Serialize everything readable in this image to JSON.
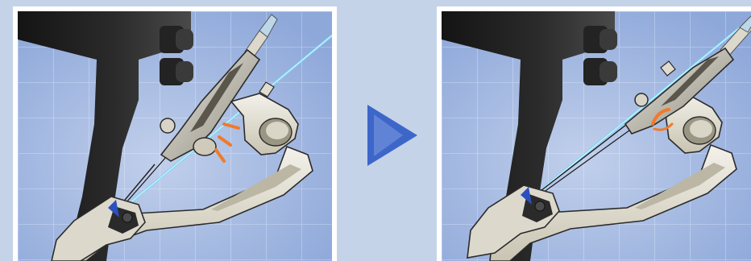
{
  "colors": {
    "background": "#c5d3e8",
    "panel_frame": "#ffffff",
    "grid_background": "#8ea8da",
    "grid_line": "#b2c6ea",
    "column": "#1f1f1f",
    "clamp_body": "#e5e1d4",
    "clamp_shadow": "#9b9684",
    "wire": "#7cd6f4",
    "thread": "#1a1a1a",
    "marker_blue": "#2a4fc0",
    "orange_accent": "#f07a2a",
    "arrow": "#3d66c9"
  },
  "icons": {
    "arrow": "triangle-right-icon",
    "impact_lines": "impact-lines-icon",
    "engagement_ring": "orange-ring-icon"
  },
  "panels": [
    {
      "id": "before",
      "state": "instrument-approaching-holder"
    },
    {
      "id": "after",
      "state": "instrument-seated-in-holder"
    }
  ]
}
